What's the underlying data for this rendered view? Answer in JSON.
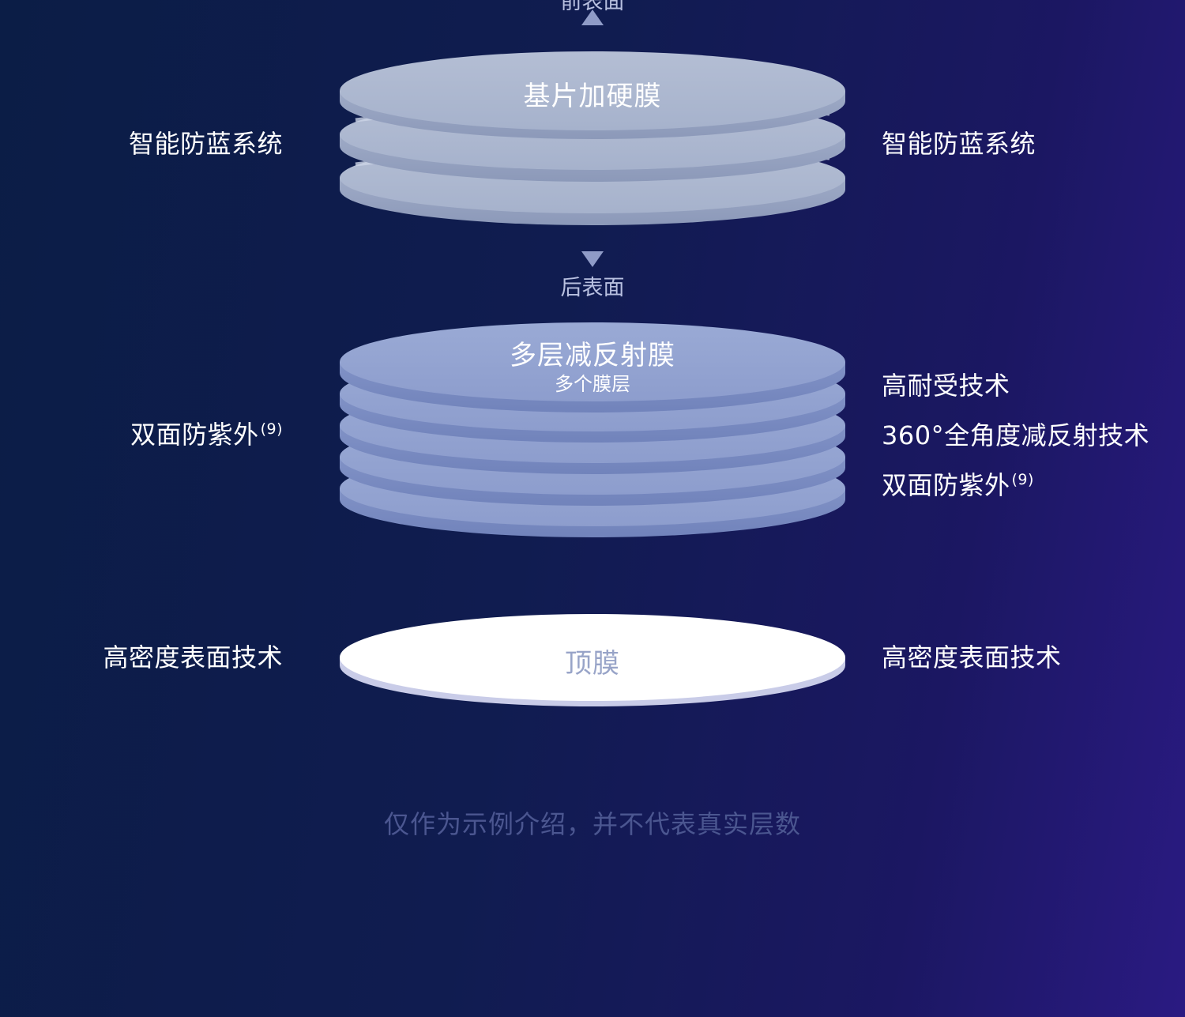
{
  "diagram": {
    "front_surface_label": "前表面",
    "back_surface_label": "后表面",
    "layers": [
      {
        "id": "hard_coat",
        "title": "基片加硬膜",
        "subtitle": "",
        "left_features": [
          "智能防蓝系统"
        ],
        "right_features": [
          "智能防蓝系统"
        ]
      },
      {
        "id": "ar_coating",
        "title": "多层减反射膜",
        "subtitle": "多个膜层",
        "left_features": [
          {
            "text": "双面防紫外",
            "note": "(9)"
          }
        ],
        "right_features": [
          {
            "text": "高耐受技术",
            "note": ""
          },
          {
            "text": "360°全角度减反射技术",
            "note": ""
          },
          {
            "text": "双面防紫外",
            "note": "(9)"
          }
        ]
      },
      {
        "id": "top_film",
        "title": "顶膜",
        "subtitle": "",
        "left_features": [
          "高密度表面技术"
        ],
        "right_features": [
          "高密度表面技术"
        ]
      }
    ],
    "footnote": "仅作为示例介绍，并不代表真实层数"
  },
  "colors": {
    "background_left": "#0b1d46",
    "background_right": "#2a1a82",
    "disk_hard_coat": "#aab6cf",
    "disk_ar_coating": "#8e9fd0",
    "disk_top_film": "#ffffff",
    "footnote": "#4b5690"
  }
}
